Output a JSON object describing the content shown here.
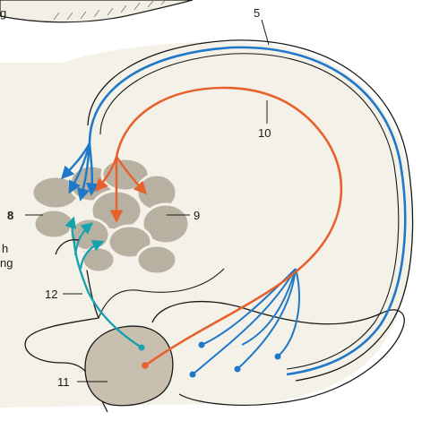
{
  "labels": {
    "l5": "5",
    "l8": "8",
    "l9": "9",
    "l10": "10",
    "l11": "11",
    "l12": "12"
  },
  "fragments": {
    "f1": "h",
    "f2": "ng",
    "f3": "g"
  },
  "colors": {
    "blue_tract": "#1f78c8",
    "orange_tract": "#e8602c",
    "teal_tract": "#17a2b0",
    "nucleus_fill": "#b8b0a0",
    "tissue_fill": "#f2efe6",
    "outline": "#1a1a1a"
  }
}
